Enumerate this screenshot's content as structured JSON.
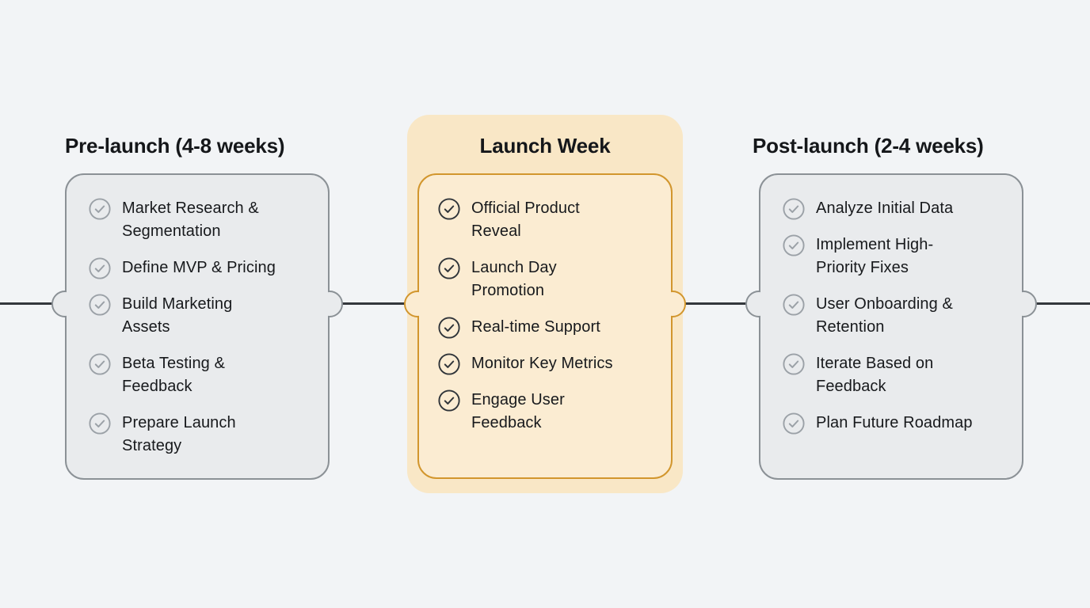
{
  "diagram": {
    "type": "launch-timeline",
    "background": "#f2f4f6",
    "timeline_color": "#33373c",
    "text_color": "#17191c"
  },
  "phases": [
    {
      "title": "Pre-launch (4-8 weeks)",
      "highlighted": false,
      "card_bg": "#e9ebed",
      "border_color": "#8b9196",
      "icon": "check-circle-icon",
      "icon_color": "#9ba1a7",
      "items": [
        "Market Research &\nSegmentation",
        "Define MVP & Pricing",
        "Build Marketing\nAssets",
        "Beta Testing &\nFeedback",
        "Prepare Launch\nStrategy"
      ]
    },
    {
      "title": "Launch Week",
      "highlighted": true,
      "highlight_bg": "#f9e7c6",
      "card_bg": "#fbecd2",
      "border_color": "#d2962d",
      "icon": "check-circle-icon",
      "icon_color": "#2f3439",
      "items": [
        "Official Product\nReveal",
        "Launch Day\nPromotion",
        "Real-time Support",
        "Monitor Key Metrics",
        "Engage User\nFeedback"
      ]
    },
    {
      "title": "Post-launch (2-4 weeks)",
      "highlighted": false,
      "card_bg": "#e9ebed",
      "border_color": "#8b9196",
      "icon": "check-circle-icon",
      "icon_color": "#9ba1a7",
      "items": [
        "Analyze Initial Data",
        "Implement High-\nPriority Fixes",
        "User Onboarding &\nRetention",
        "Iterate Based on\nFeedback",
        "Plan Future Roadmap"
      ]
    }
  ]
}
